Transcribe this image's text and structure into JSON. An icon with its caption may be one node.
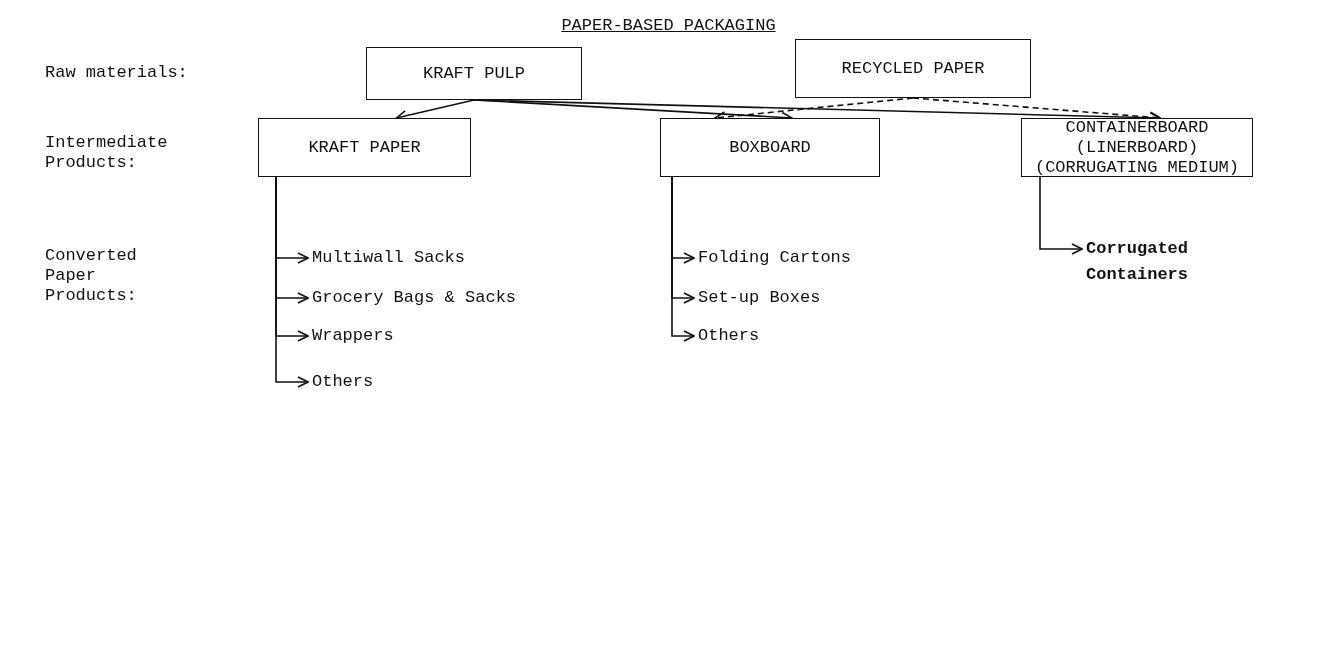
{
  "diagram": {
    "title": "PAPER-BASED PACKAGING",
    "nodes": [
      {
        "text": [
          "KRAFT PULP"
        ]
      },
      {
        "text": [
          "RECYCLED PAPER"
        ]
      },
      {
        "text": [
          "KRAFT PAPER"
        ]
      },
      {
        "text": [
          "BOXBOARD"
        ]
      },
      {
        "text": [
          "CONTAINERBOARD",
          "(LINERBOARD)",
          "(CORRUGATING MEDIUM)"
        ]
      },
      {
        "text": [
          "Multiwall Sacks"
        ]
      },
      {
        "text": [
          "Grocery Bags & Sacks"
        ]
      },
      {
        "text": [
          "Wrappers"
        ]
      },
      {
        "text": [
          "Others"
        ]
      },
      {
        "text": [
          "Folding Cartons"
        ]
      },
      {
        "text": [
          "Set-up Boxes"
        ]
      },
      {
        "text": [
          "Others"
        ]
      },
      {
        "text": [
          "Corrugated Containers"
        ]
      }
    ],
    "edges": [
      {
        "from": 0,
        "to": 2,
        "arrow": "to"
      },
      {
        "from": 0,
        "to": 3,
        "arrow": "to"
      },
      {
        "from": 0,
        "to": 4,
        "arrow": "to"
      },
      {
        "from": 1,
        "to": 3,
        "arrow": "to",
        "style": "dashed"
      },
      {
        "from": 1,
        "to": 4,
        "arrow": "to",
        "style": "dashed"
      },
      {
        "from": 2,
        "to": 5,
        "arrow": "to"
      },
      {
        "from": 2,
        "to": 6,
        "arrow": "to"
      },
      {
        "from": 2,
        "to": 7,
        "arrow": "to"
      },
      {
        "from": 2,
        "to": 8,
        "arrow": "to"
      },
      {
        "from": 3,
        "to": 9,
        "arrow": "to"
      },
      {
        "from": 3,
        "to": 10,
        "arrow": "to"
      },
      {
        "from": 3,
        "to": 11,
        "arrow": "to"
      },
      {
        "from": 4,
        "to": 12,
        "arrow": "to"
      }
    ],
    "labels": [
      "Raw materials:",
      "Intermediate Products:",
      "Converted Paper Products:"
    ]
  }
}
